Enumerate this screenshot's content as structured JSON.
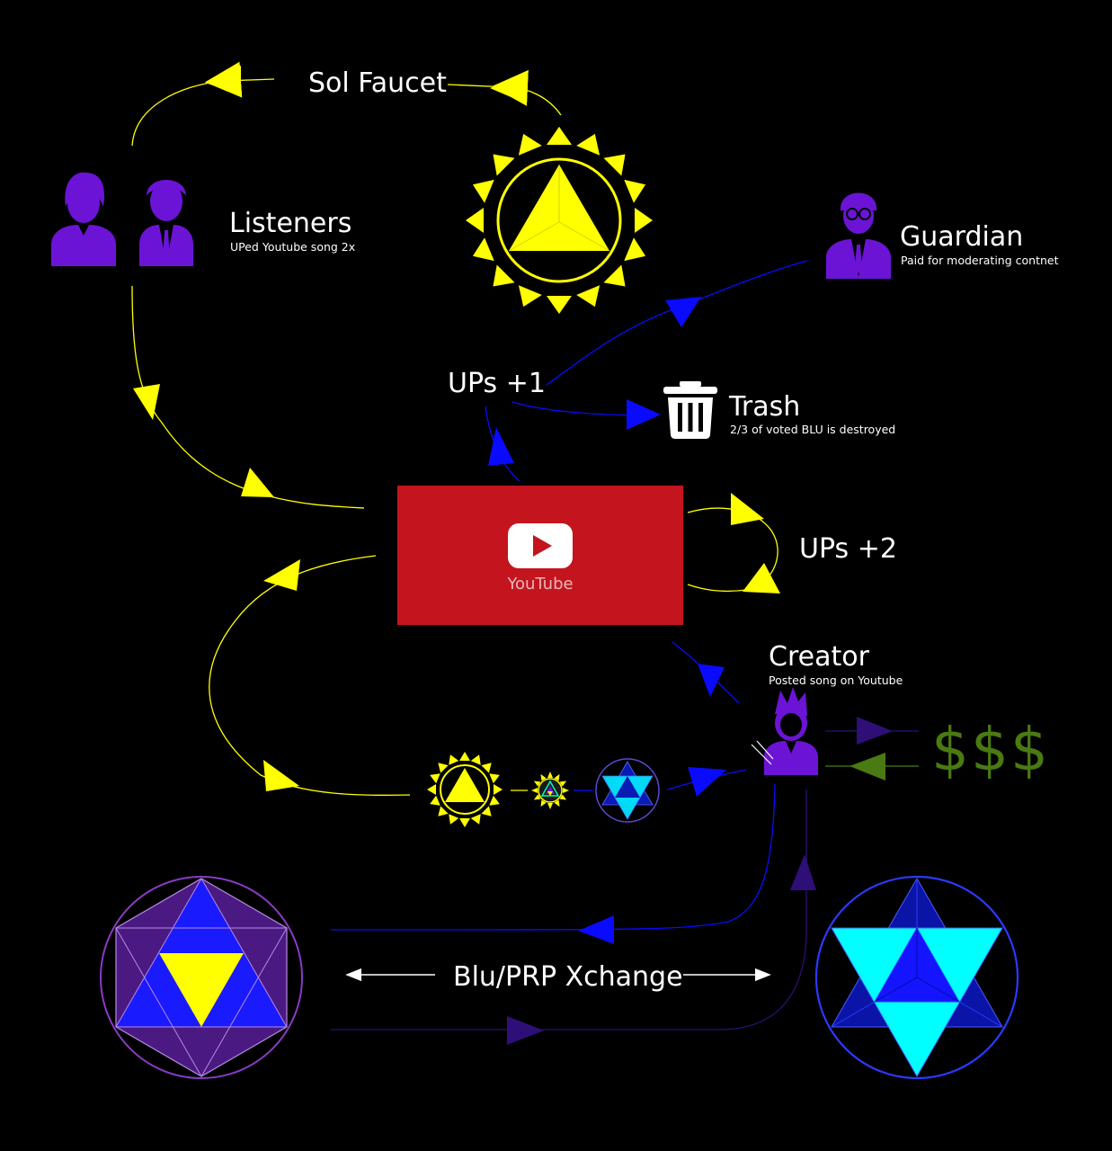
{
  "labels": {
    "sol_faucet": "Sol Faucet",
    "listeners": "Listeners",
    "listeners_sub": "UPed Youtube song 2x",
    "guardian": "Guardian",
    "guardian_sub": "Paid for moderating contnet",
    "ups_plus_1": "UPs +1",
    "trash": "Trash",
    "trash_sub": "2/3 of voted BLU is destroyed",
    "ups_plus_2": "UPs +2",
    "creator": "Creator",
    "creator_sub": "Posted song on Youtube",
    "money": "$$$",
    "xchange": "Blu/PRP Xchange",
    "youtube": "YouTube"
  },
  "colors": {
    "yellow": "#ffff00",
    "blue": "#0a0aff",
    "purple": "#6b14d6",
    "dark_purple": "#2a0e6b",
    "green": "#4a7a12",
    "cyan": "#00ffff",
    "youtube_red": "#c4141e"
  },
  "icons": {
    "sun": "sun-triangle-icon",
    "listener_a": "user-icon",
    "listener_b": "user-tie-icon",
    "guardian": "user-glasses-icon",
    "trash": "trash-icon",
    "creator": "creator-user-icon",
    "youtube": "youtube-play-icon"
  }
}
